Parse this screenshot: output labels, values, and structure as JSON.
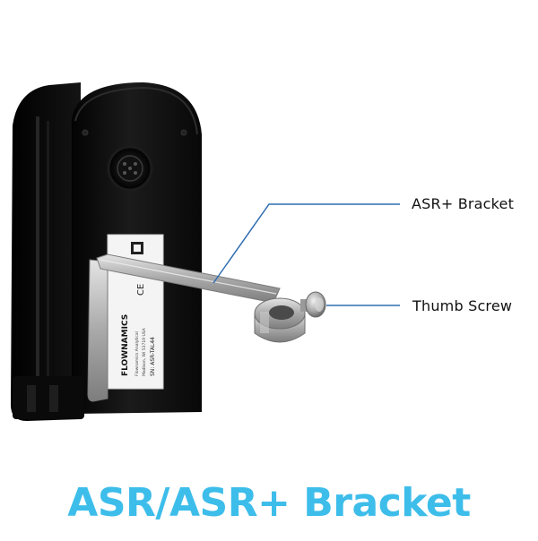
{
  "callouts": {
    "bracket_label": "ASR+ Bracket",
    "thumb_screw_label": "Thumb Screw"
  },
  "caption": "ASR/ASR+ Bracket",
  "product_label": {
    "brand": "FLOWNAMICS",
    "serial": "SN: ASR-TAL44",
    "line1": "Flownamics Analytical",
    "line2": "Madison, WI 53719 USA"
  },
  "colors": {
    "caption": "#3dbdea",
    "callout_line": "#2f6db0",
    "housing": "#0c0c0c",
    "bracket_metal": "#b8b8b8"
  }
}
